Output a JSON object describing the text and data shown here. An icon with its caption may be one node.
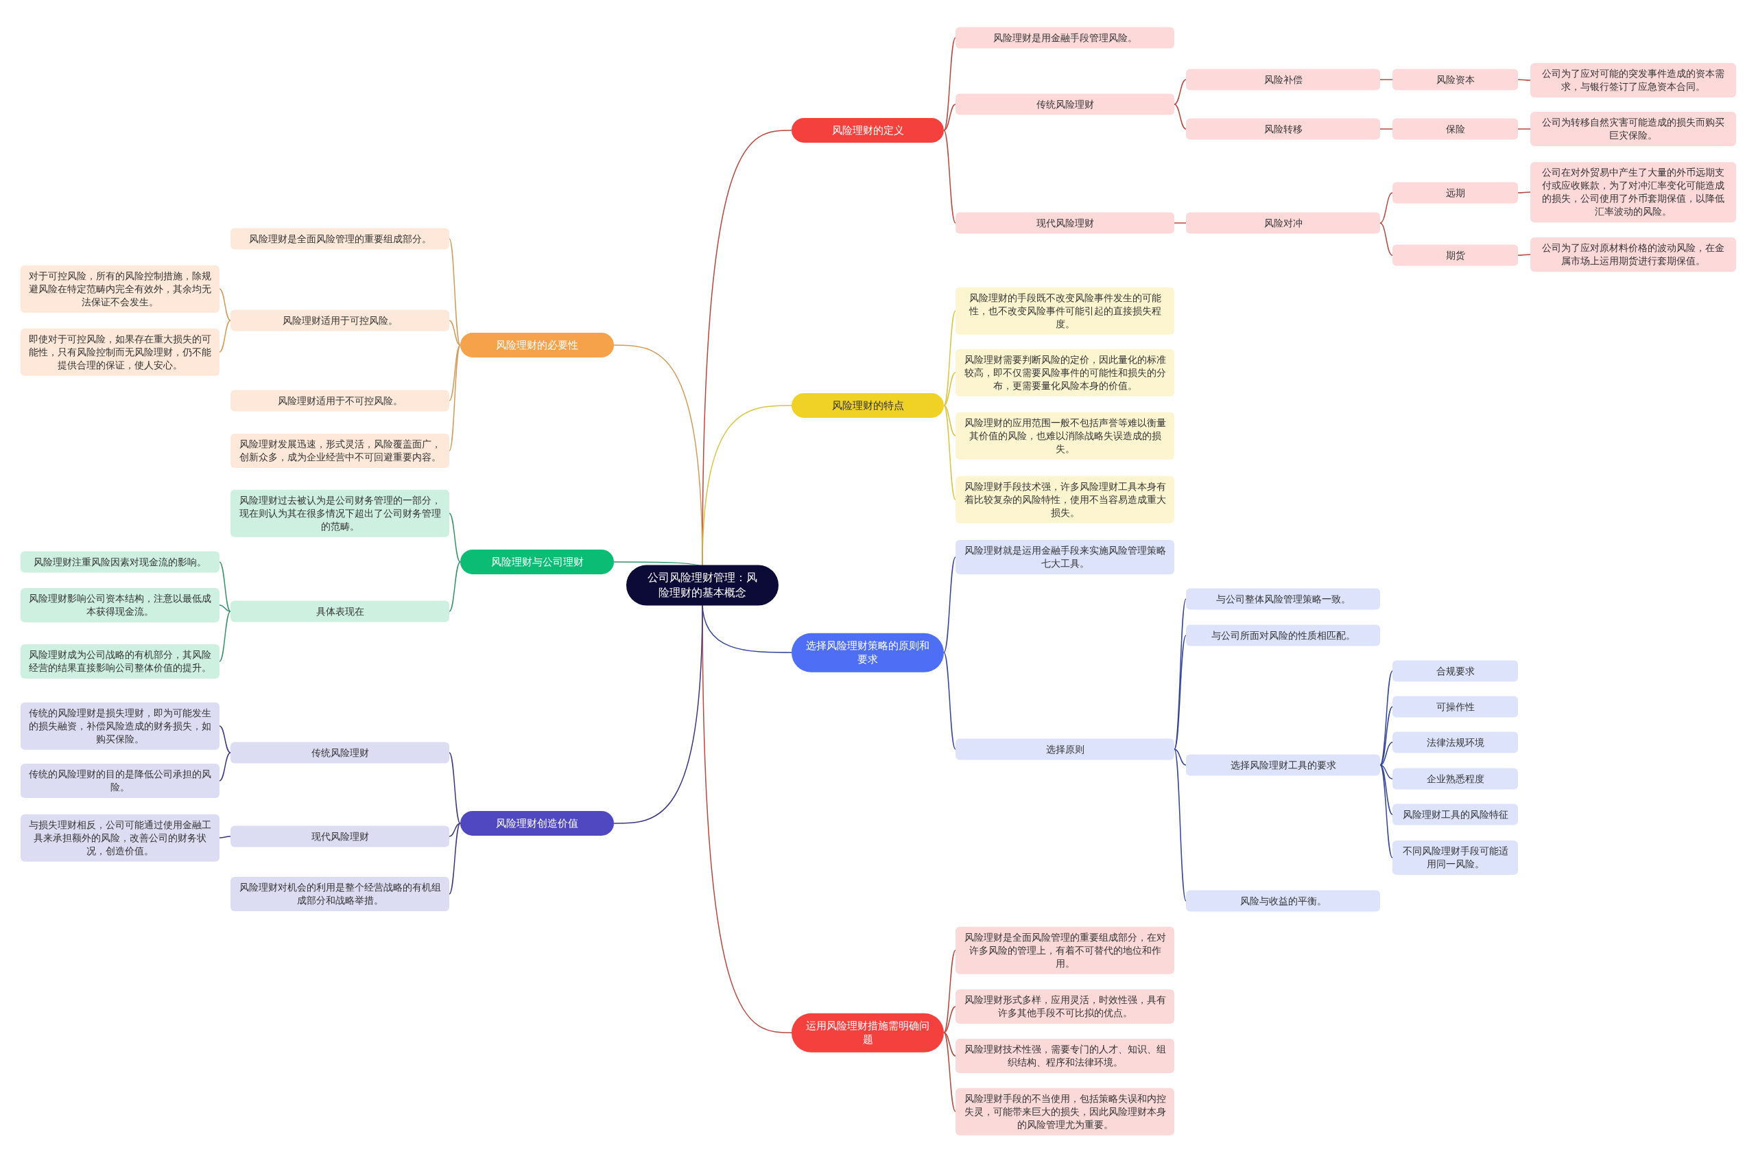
{
  "diagram": {
    "nodes": [
      {
        "text": [
          "公司风险理财管理：风险理财的基本概念"
        ]
      },
      {
        "text": [
          "风险理财的定义"
        ]
      },
      {
        "text": [
          "风险理财是用金融手段管理风险。"
        ]
      },
      {
        "text": [
          "传统风险理财"
        ]
      },
      {
        "text": [
          "风险补偿"
        ]
      },
      {
        "text": [
          "风险资本"
        ]
      },
      {
        "text": [
          "公司为了应对可能的突发事件造成的资本需求，与银行签订了应急资本合同。"
        ]
      },
      {
        "text": [
          "风险转移"
        ]
      },
      {
        "text": [
          "保险"
        ]
      },
      {
        "text": [
          "公司为转移自然灾害可能造成的损失而购买巨灾保险。"
        ]
      },
      {
        "text": [
          "现代风险理财"
        ]
      },
      {
        "text": [
          "风险对冲"
        ]
      },
      {
        "text": [
          "远期"
        ]
      },
      {
        "text": [
          "公司在对外贸易中产生了大量的外币远期支付或应收账款，为了对冲汇率变化可能造成的损失，公司使用了外币套期保值，以降低汇率波动的风险。"
        ]
      },
      {
        "text": [
          "期货"
        ]
      },
      {
        "text": [
          "公司为了应对原材料价格的波动风险，在金属市场上运用期货进行套期保值。"
        ]
      },
      {
        "text": [
          "风险理财的特点"
        ]
      },
      {
        "text": [
          "风险理财的手段既不改变风险事件发生的可能性，也不改变风险事件可能引起的直接损失程度。"
        ]
      },
      {
        "text": [
          "风险理财需要判断风险的定价，因此量化的标准较高，即不仅需要风险事件的可能性和损失的分布，更需要量化风险本身的价值。"
        ]
      },
      {
        "text": [
          "风险理财的应用范围一般不包括声誉等难以衡量其价值的风险，也难以消除战略失误造成的损失。"
        ]
      },
      {
        "text": [
          "风险理财手段技术强，许多风险理财工具本身有着比较复杂的风险特性，使用不当容易造成重大损失。"
        ]
      },
      {
        "text": [
          "选择风险理财策略的原则和要求"
        ]
      },
      {
        "text": [
          "风险理财就是运用金融手段来实施风险管理策略七大工具。"
        ]
      },
      {
        "text": [
          "选择原则"
        ]
      },
      {
        "text": [
          "与公司整体风险管理策略一致。"
        ]
      },
      {
        "text": [
          "与公司所面对风险的性质相匹配。"
        ]
      },
      {
        "text": [
          "选择风险理财工具的要求"
        ]
      },
      {
        "text": [
          "合规要求"
        ]
      },
      {
        "text": [
          "可操作性"
        ]
      },
      {
        "text": [
          "法律法规环境"
        ]
      },
      {
        "text": [
          "企业熟悉程度"
        ]
      },
      {
        "text": [
          "风险理财工具的风险特征"
        ]
      },
      {
        "text": [
          "不同风险理财手段可能适用同一风险。"
        ]
      },
      {
        "text": [
          "风险与收益的平衡。"
        ]
      },
      {
        "text": [
          "运用风险理财措施需明确问题"
        ]
      },
      {
        "text": [
          "风险理财是全面风险管理的重要组成部分，在对许多风险的管理上，有着不可替代的地位和作用。"
        ]
      },
      {
        "text": [
          "风险理财形式多样，应用灵活，时效性强，具有许多其他手段不可比拟的优点。"
        ]
      },
      {
        "text": [
          "风险理财技术性强，需要专门的人才、知识、组织结构、程序和法律环境。"
        ]
      },
      {
        "text": [
          "风险理财手段的不当使用，包括策略失误和内控失灵，可能带来巨大的损失，因此风险理财本身的风险管理尤为重要。"
        ]
      },
      {
        "text": [
          "风险理财的必要性"
        ]
      },
      {
        "text": [
          "风险理财是全面风险管理的重要组成部分。"
        ]
      },
      {
        "text": [
          "风险理财适用于可控风险。"
        ]
      },
      {
        "text": [
          "对于可控风险，所有的风险控制措施，除规避风险在特定范畴内完全有效外，其余均无法保证不会发生。"
        ]
      },
      {
        "text": [
          "即使对于可控风险，如果存在重大损失的可能性，只有风险控制而无风险理财，仍不能提供合理的保证，使人安心。"
        ]
      },
      {
        "text": [
          "风险理财适用于不可控风险。"
        ]
      },
      {
        "text": [
          "风险理财发展迅速，形式灵活，风险覆盖面广，创新众多，成为企业经营中不可回避重要内容。"
        ]
      },
      {
        "text": [
          "风险理财与公司理财"
        ]
      },
      {
        "text": [
          "风险理财过去被认为是公司财务管理的一部分，现在则认为其在很多情况下超出了公司财务管理的范畴。"
        ]
      },
      {
        "text": [
          "具体表现在"
        ]
      },
      {
        "text": [
          "风险理财注重风险因素对现金流的影响。"
        ]
      },
      {
        "text": [
          "风险理财影响公司资本结构，注意以最低成本获得现金流。"
        ]
      },
      {
        "text": [
          "风险理财成为公司战略的有机部分，其风险经营的结果直接影响公司整体价值的提升。"
        ]
      },
      {
        "text": [
          "风险理财创造价值"
        ]
      },
      {
        "text": [
          "传统风险理财"
        ]
      },
      {
        "text": [
          "传统的风险理财是损失理财，即为可能发生的损失融资，补偿风险造成的财务损失，如购买保险。"
        ]
      },
      {
        "text": [
          "传统的风险理财的目的是降低公司承担的风险。"
        ]
      },
      {
        "text": [
          "现代风险理财"
        ]
      },
      {
        "text": [
          "与损失理财相反，公司可能通过使用金融工具来承担额外的风险，改善公司的财务状况，创造价值。"
        ]
      },
      {
        "text": [
          "风险理财对机会的利用是整个经营战略的有机组成部分和战略举措。"
        ]
      }
    ],
    "edges": [
      {
        "from": 0,
        "to": 1,
        "arrow": "none",
        "color": "#b9473f"
      },
      {
        "from": 1,
        "to": 2,
        "arrow": "none",
        "color": "#b9473f"
      },
      {
        "from": 1,
        "to": 3,
        "arrow": "none",
        "color": "#b9473f"
      },
      {
        "from": 3,
        "to": 4,
        "arrow": "none",
        "color": "#b9473f"
      },
      {
        "from": 4,
        "to": 5,
        "arrow": "none",
        "color": "#b9473f"
      },
      {
        "from": 5,
        "to": 6,
        "arrow": "none",
        "color": "#b9473f"
      },
      {
        "from": 3,
        "to": 7,
        "arrow": "none",
        "color": "#b9473f"
      },
      {
        "from": 7,
        "to": 8,
        "arrow": "none",
        "color": "#b9473f"
      },
      {
        "from": 8,
        "to": 9,
        "arrow": "none",
        "color": "#b9473f"
      },
      {
        "from": 1,
        "to": 10,
        "arrow": "none",
        "color": "#b9473f"
      },
      {
        "from": 10,
        "to": 11,
        "arrow": "none",
        "color": "#b9473f"
      },
      {
        "from": 11,
        "to": 12,
        "arrow": "none",
        "color": "#b9473f"
      },
      {
        "from": 12,
        "to": 13,
        "arrow": "none",
        "color": "#b9473f"
      },
      {
        "from": 11,
        "to": 14,
        "arrow": "none",
        "color": "#b9473f"
      },
      {
        "from": 14,
        "to": 15,
        "arrow": "none",
        "color": "#b9473f"
      },
      {
        "from": 0,
        "to": 16,
        "arrow": "none",
        "color": "#d9c443"
      },
      {
        "from": 16,
        "to": 17,
        "arrow": "none",
        "color": "#d9c443"
      },
      {
        "from": 16,
        "to": 18,
        "arrow": "none",
        "color": "#d9c443"
      },
      {
        "from": 16,
        "to": 19,
        "arrow": "none",
        "color": "#d9c443"
      },
      {
        "from": 16,
        "to": 20,
        "arrow": "none",
        "color": "#d9c443"
      },
      {
        "from": 0,
        "to": 21,
        "arrow": "none",
        "color": "#33449a"
      },
      {
        "from": 21,
        "to": 22,
        "arrow": "none",
        "color": "#33449a"
      },
      {
        "from": 21,
        "to": 23,
        "arrow": "none",
        "color": "#33449a"
      },
      {
        "from": 23,
        "to": 24,
        "arrow": "none",
        "color": "#33449a"
      },
      {
        "from": 23,
        "to": 25,
        "arrow": "none",
        "color": "#33449a"
      },
      {
        "from": 23,
        "to": 26,
        "arrow": "none",
        "color": "#33449a"
      },
      {
        "from": 26,
        "to": 27,
        "arrow": "none",
        "color": "#33449a"
      },
      {
        "from": 26,
        "to": 28,
        "arrow": "none",
        "color": "#33449a"
      },
      {
        "from": 26,
        "to": 29,
        "arrow": "none",
        "color": "#33449a"
      },
      {
        "from": 26,
        "to": 30,
        "arrow": "none",
        "color": "#33449a"
      },
      {
        "from": 26,
        "to": 31,
        "arrow": "none",
        "color": "#33449a"
      },
      {
        "from": 26,
        "to": 32,
        "arrow": "none",
        "color": "#33449a"
      },
      {
        "from": 23,
        "to": 33,
        "arrow": "none",
        "color": "#33449a"
      },
      {
        "from": 0,
        "to": 34,
        "arrow": "none",
        "color": "#b9473f"
      },
      {
        "from": 34,
        "to": 35,
        "arrow": "none",
        "color": "#b9473f"
      },
      {
        "from": 34,
        "to": 36,
        "arrow": "none",
        "color": "#b9473f"
      },
      {
        "from": 34,
        "to": 37,
        "arrow": "none",
        "color": "#b9473f"
      },
      {
        "from": 34,
        "to": 38,
        "arrow": "none",
        "color": "#b9473f"
      },
      {
        "from": 0,
        "to": 39,
        "arrow": "none",
        "color": "#d49a5a"
      },
      {
        "from": 39,
        "to": 40,
        "arrow": "none",
        "color": "#d49a5a"
      },
      {
        "from": 39,
        "to": 41,
        "arrow": "none",
        "color": "#d49a5a"
      },
      {
        "from": 41,
        "to": 42,
        "arrow": "none",
        "color": "#d49a5a"
      },
      {
        "from": 41,
        "to": 43,
        "arrow": "none",
        "color": "#d49a5a"
      },
      {
        "from": 39,
        "to": 44,
        "arrow": "none",
        "color": "#d49a5a"
      },
      {
        "from": 39,
        "to": 45,
        "arrow": "none",
        "color": "#d49a5a"
      },
      {
        "from": 0,
        "to": 46,
        "arrow": "none",
        "color": "#35936a"
      },
      {
        "from": 46,
        "to": 47,
        "arrow": "none",
        "color": "#35936a"
      },
      {
        "from": 46,
        "to": 48,
        "arrow": "none",
        "color": "#35936a"
      },
      {
        "from": 48,
        "to": 49,
        "arrow": "none",
        "color": "#35936a"
      },
      {
        "from": 48,
        "to": 50,
        "arrow": "none",
        "color": "#35936a"
      },
      {
        "from": 48,
        "to": 51,
        "arrow": "none",
        "color": "#35936a"
      },
      {
        "from": 0,
        "to": 52,
        "arrow": "none",
        "color": "#3b3684"
      },
      {
        "from": 52,
        "to": 53,
        "arrow": "none",
        "color": "#3b3684"
      },
      {
        "from": 53,
        "to": 54,
        "arrow": "none",
        "color": "#3b3684"
      },
      {
        "from": 53,
        "to": 55,
        "arrow": "none",
        "color": "#3b3684"
      },
      {
        "from": 52,
        "to": 56,
        "arrow": "none",
        "color": "#3b3684"
      },
      {
        "from": 56,
        "to": 57,
        "arrow": "none",
        "color": "#3b3684"
      },
      {
        "from": 52,
        "to": 58,
        "arrow": "none",
        "color": "#3b3684"
      }
    ]
  }
}
